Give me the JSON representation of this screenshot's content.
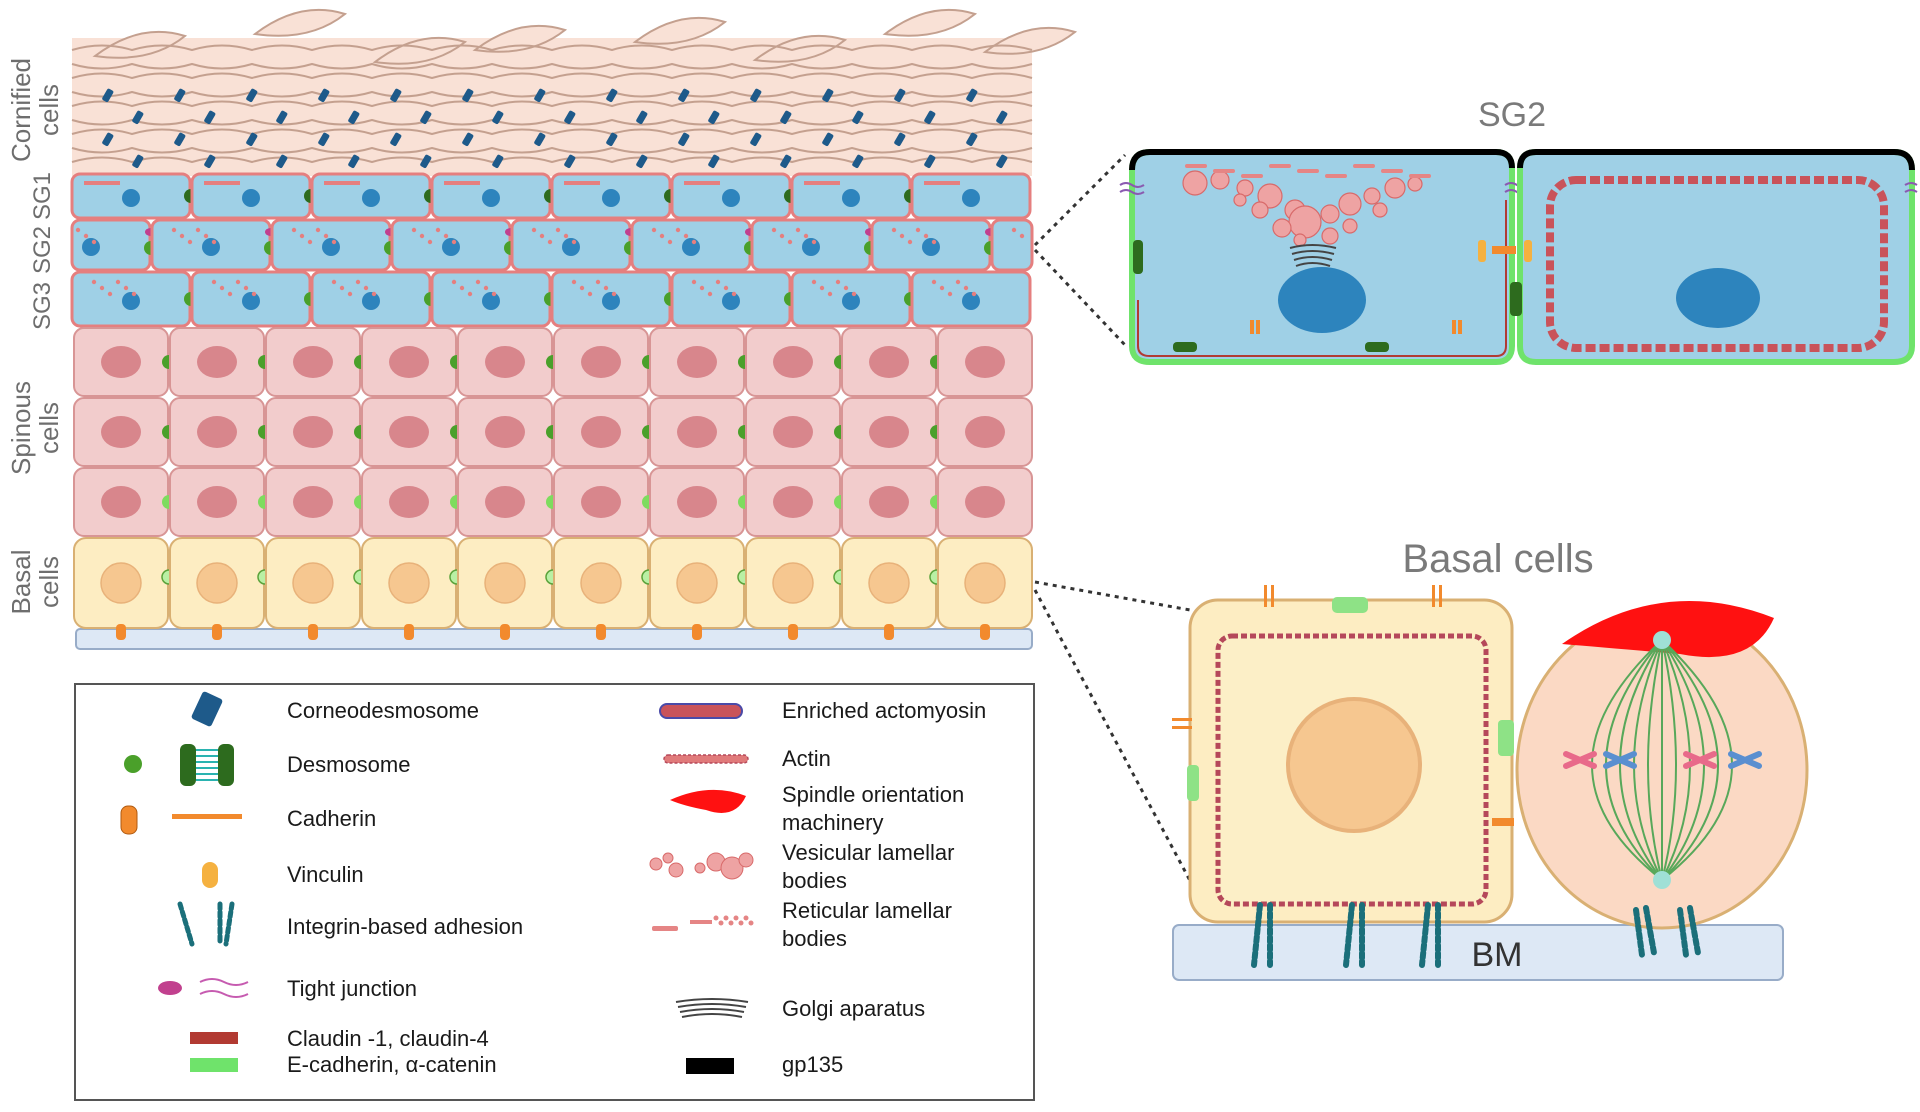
{
  "layers": {
    "cornified": [
      "Cornified",
      "cells"
    ],
    "sg1": "SG1",
    "sg2": "SG2",
    "sg3": "SG3",
    "spinous": [
      "Spinous",
      "cells"
    ],
    "basal": [
      "Basal",
      "cells"
    ]
  },
  "panels": {
    "sg2_title": "SG2",
    "basal_title": "Basal cells",
    "bm_label": "BM"
  },
  "legend": {
    "left": [
      {
        "key": "corneodesmosome",
        "label": [
          "Corneodesmosome"
        ],
        "icon": "corneodesmosome-icon"
      },
      {
        "key": "desmosome",
        "label": [
          "Desmosome"
        ],
        "icon": "desmosome-icon"
      },
      {
        "key": "cadherin",
        "label": [
          "Cadherin"
        ],
        "icon": "cadherin-icon"
      },
      {
        "key": "vinculin",
        "label": [
          "Vinculin"
        ],
        "icon": "vinculin-icon"
      },
      {
        "key": "integrin",
        "label": [
          "Integrin-based adhesion"
        ],
        "icon": "integrin-icon"
      },
      {
        "key": "tight-junction",
        "label": [
          "Tight junction"
        ],
        "icon": "tight-junction-icon"
      },
      {
        "key": "claudin",
        "label": [
          "Claudin -1, claudin-4"
        ],
        "icon": "claudin-icon"
      },
      {
        "key": "ecadherin",
        "label": [
          "E-cadherin, α-catenin"
        ],
        "icon": "ecadherin-icon"
      }
    ],
    "right": [
      {
        "key": "actomyosin",
        "label": [
          "Enriched actomyosin"
        ],
        "icon": "actomyosin-icon"
      },
      {
        "key": "actin",
        "label": [
          "Actin"
        ],
        "icon": "actin-icon"
      },
      {
        "key": "spindle",
        "label": [
          "Spindle orientation",
          "machinery"
        ],
        "icon": "spindle-machinery-icon"
      },
      {
        "key": "vesicular",
        "label": [
          "Vesicular lamellar",
          "bodies"
        ],
        "icon": "vesicular-bodies-icon"
      },
      {
        "key": "reticular",
        "label": [
          "Reticular lamellar",
          "bodies"
        ],
        "icon": "reticular-bodies-icon"
      },
      {
        "key": "golgi",
        "label": [
          "Golgi aparatus"
        ],
        "icon": "golgi-icon"
      },
      {
        "key": "gp135",
        "label": [
          "gp135"
        ],
        "icon": "gp135-icon"
      }
    ]
  },
  "colors": {
    "cornified_fill": "#f9e1d6",
    "cornified_stroke": "#c4a08f",
    "corneodesmosome": "#1e5a8a",
    "granular_fill": "#9fd0e6",
    "granular_stroke": "#e57f7f",
    "nucleus_blue": "#2d84bd",
    "spinous_fill": "#f2cccc",
    "spinous_stroke": "#d89595",
    "spinous_nucleus": "#d8868c",
    "basal_fill": "#fdedc2",
    "basal_stroke": "#d9b073",
    "basal_nucleus": "#f6c790",
    "desmosome_dark": "#2d6b1e",
    "desmosome_mid": "#4aa02a",
    "desmosome_light": "#7edc5e",
    "tight_junction": "#c1408e",
    "cadherin": "#f28a2d",
    "vinculin": "#f5b140",
    "integrin": "#1b6f7a",
    "claudin": "#b23a32",
    "ecadherin": "#6fe36b",
    "spindle_red": "#ff1111",
    "gp135": "#000000",
    "bm_fill": "#dde8f5",
    "bm_stroke": "#98acc8",
    "label_grey": "#6e6e6e"
  }
}
